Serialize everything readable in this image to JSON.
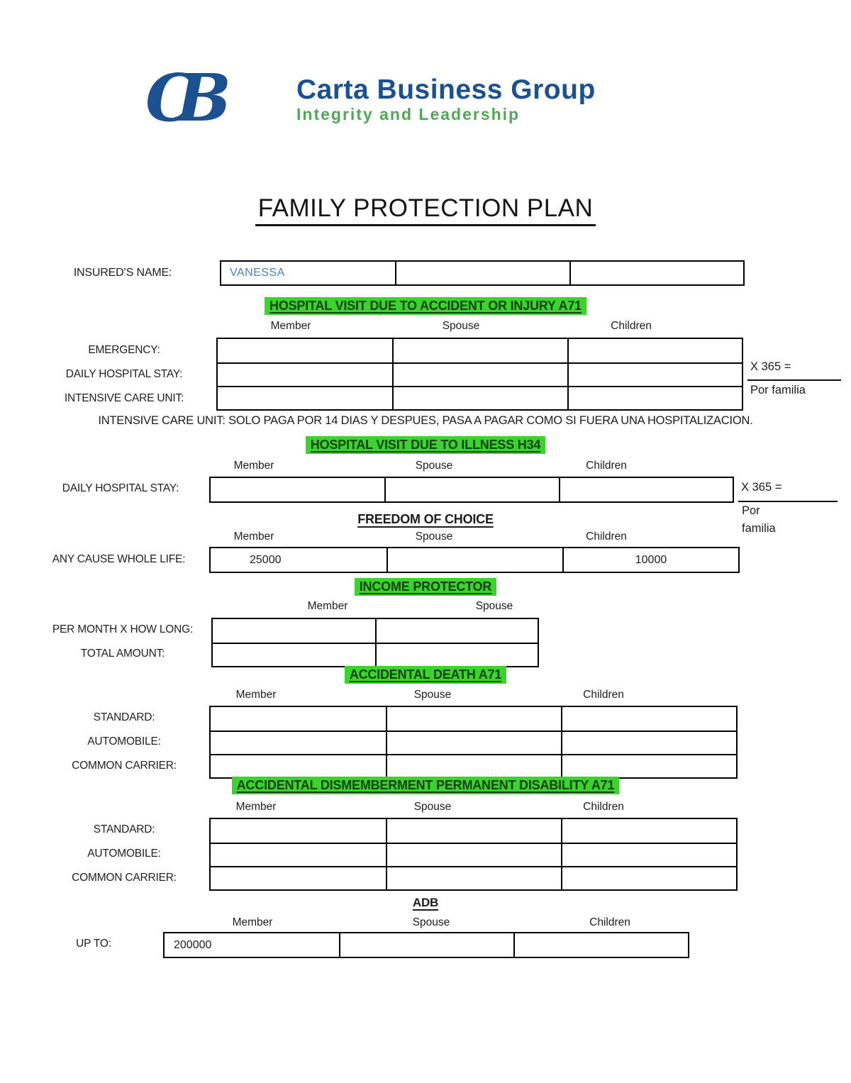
{
  "logo": {
    "monogram": "CB",
    "name": "Carta Business Group",
    "tagline": "Integrity and Leadership"
  },
  "title": "FAMILY PROTECTION PLAN",
  "colors": {
    "brand_blue": "#1b5091",
    "brand_green": "#53a657",
    "highlight_green": "#3bd42c",
    "value_blue": "#4a7ebc"
  },
  "insured": {
    "label": "INSURED’S NAME:",
    "cells": [
      "VANESSA",
      "",
      ""
    ]
  },
  "sections": {
    "accident": {
      "heading": "HOSPITAL VISIT DUE TO ACCIDENT OR INJURY A71",
      "headers": [
        "Member",
        "Spouse",
        "Children"
      ],
      "rows": [
        {
          "label": "EMERGENCY:",
          "cells": [
            "",
            "",
            ""
          ]
        },
        {
          "label": "DAILY HOSPITAL STAY:",
          "cells": [
            "",
            "",
            ""
          ]
        },
        {
          "label": "INTENSIVE CARE UNIT:",
          "cells": [
            "",
            "",
            ""
          ]
        }
      ],
      "annotation": {
        "factor": "X 365 =",
        "per": "Por familia"
      },
      "note": "INTENSIVE CARE UNIT: SOLO PAGA  POR 14 DIAS Y DESPUES, PASA A PAGAR COMO SI FUERA UNA HOSPITALIZACION."
    },
    "illness": {
      "heading": "HOSPITAL VISIT DUE TO ILLNESS H34",
      "headers": [
        "Member",
        "Spouse",
        "Children"
      ],
      "rows": [
        {
          "label": "DAILY HOSPITAL STAY:",
          "cells": [
            "",
            "",
            ""
          ]
        }
      ],
      "annotation": {
        "factor": "X 365 =",
        "per_line1": "Por",
        "per_line2": "familia"
      }
    },
    "freedom": {
      "heading": "FREEDOM OF CHOICE",
      "headers": [
        "Member",
        "Spouse",
        "Children"
      ],
      "rows": [
        {
          "label": "ANY CAUSE WHOLE LIFE:",
          "cells": [
            "25000",
            "",
            "10000"
          ]
        }
      ]
    },
    "income": {
      "heading": "INCOME PROTECTOR",
      "headers": [
        "Member",
        "Spouse"
      ],
      "rows": [
        {
          "label": "PER MONTH X HOW LONG:",
          "cells": [
            "",
            ""
          ]
        },
        {
          "label": "TOTAL AMOUNT:",
          "cells": [
            "",
            ""
          ]
        }
      ]
    },
    "accidental_death": {
      "heading": "ACCIDENTAL DEATH A71",
      "headers": [
        "Member",
        "Spouse",
        "Children"
      ],
      "rows": [
        {
          "label": "STANDARD:",
          "cells": [
            "",
            "",
            ""
          ]
        },
        {
          "label": "AUTOMOBILE:",
          "cells": [
            "",
            "",
            ""
          ]
        },
        {
          "label": "COMMON CARRIER:",
          "cells": [
            "",
            "",
            ""
          ]
        }
      ]
    },
    "dismemberment": {
      "heading": "ACCIDENTAL DISMEMBERMENT PERMANENT DISABILITY A71",
      "headers": [
        "Member",
        "Spouse",
        "Children"
      ],
      "rows": [
        {
          "label": "STANDARD:",
          "cells": [
            "",
            "",
            ""
          ]
        },
        {
          "label": "AUTOMOBILE:",
          "cells": [
            "",
            "",
            ""
          ]
        },
        {
          "label": "COMMON CARRIER:",
          "cells": [
            "",
            "",
            ""
          ]
        }
      ]
    },
    "adb": {
      "heading": "ADB",
      "headers": [
        "Member",
        "Spouse",
        "Children"
      ],
      "rows": [
        {
          "label": "UP TO:",
          "cells": [
            "200000",
            "",
            ""
          ]
        }
      ]
    }
  }
}
